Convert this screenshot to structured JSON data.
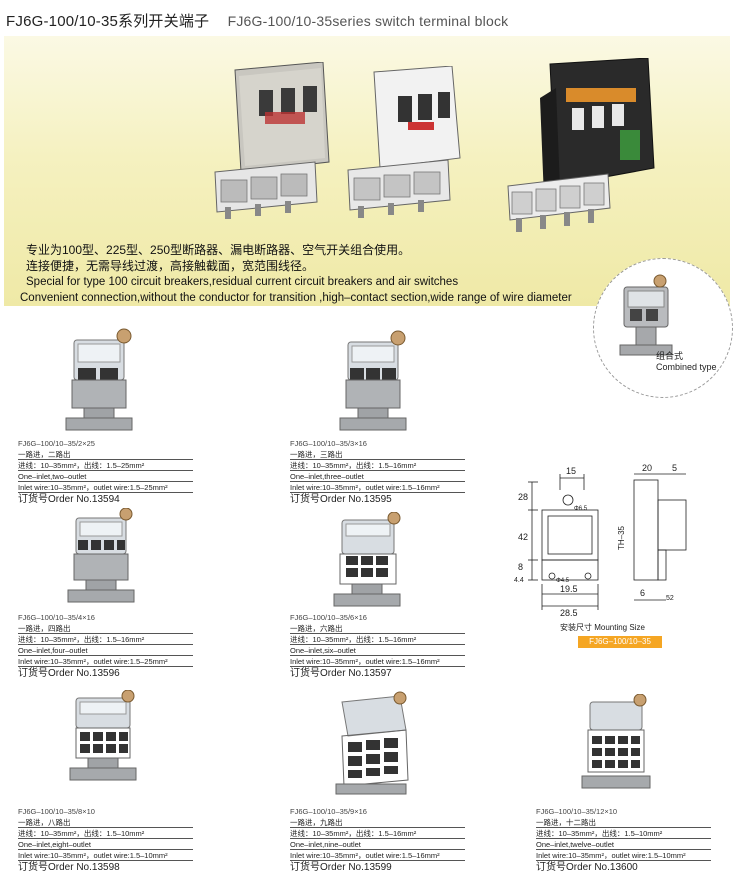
{
  "header": {
    "title_cn": "FJ6G-100/10-35系列开关端子",
    "title_en": "FJ6G-100/10-35series switch terminal block"
  },
  "intro": {
    "line1_cn": "专业为100型、225型、250型断路器、漏电断路器、空气开关组合使用。",
    "line2_cn": "连接便捷，无需导线过渡，高接触截面，宽范围线径。",
    "line3_en": "Special for type 100 circuit breakers,residual current circuit breakers and air switches",
    "line4_en": "Convenient connection,without the conductor for transition ,high–contact section,wide range of wire diameter"
  },
  "combined": {
    "label_cn": "组合式",
    "label_en": "Combined type"
  },
  "products": [
    {
      "model": "FJ6G–100/10–35/2×25",
      "desc_cn": "一路进，二路出",
      "wire_cn": "进线：10–35mm²，出线：1.5–25mm²",
      "desc_en": "One–inlet,two–outlet",
      "wire_en": "Inlet wire:10–35mm²，outlet wire:1.5–25mm²",
      "order": "订货号Order No.13594"
    },
    {
      "model": "FJ6G–100/10–35/3×16",
      "desc_cn": "一路进，三路出",
      "wire_cn": "进线：10–35mm²，出线：1.5–16mm²",
      "desc_en": "One–inlet,three–outlet",
      "wire_en": "Inlet wire:10–35mm²，outlet wire:1.5–16mm²",
      "order": "订货号Order No.13595"
    },
    {
      "model": "FJ6G–100/10–35/4×16",
      "desc_cn": "一路进，四路出",
      "wire_cn": "进线：10–35mm²，出线：1.5–16mm²",
      "desc_en": "One–inlet,four–outlet",
      "wire_en": "Inlet wire:10–35mm²，outlet wire:1.5–25mm²",
      "order": "订货号Order No.13596"
    },
    {
      "model": "FJ6G–100/10–35/6×16",
      "desc_cn": "一路进，六路出",
      "wire_cn": "进线：10–35mm²，出线：1.5–16mm²",
      "desc_en": "One–inlet,six–outlet",
      "wire_en": "Inlet wire:10–35mm²，outlet wire:1.5–16mm²",
      "order": "订货号Order No.13597"
    },
    {
      "model": "FJ6G–100/10–35/8×10",
      "desc_cn": "一路进，八路出",
      "wire_cn": "进线：10–35mm²，出线：1.5–10mm²",
      "desc_en": "One–inlet,eight–outlet",
      "wire_en": "Inlet wire:10–35mm²，outlet wire:1.5–10mm²",
      "order": "订货号Order No.13598"
    },
    {
      "model": "FJ6G–100/10–35/9×16",
      "desc_cn": "一路进，九路出",
      "wire_cn": "进线：10–35mm²，出线：1.5–16mm²",
      "desc_en": "One–inlet,nine–outlet",
      "wire_en": "Inlet wire:10–35mm²，outlet wire:1.5–16mm²",
      "order": "订货号Order No.13599"
    },
    {
      "model": "FJ6G–100/10–35/12×10",
      "desc_cn": "一路进，十二路出",
      "wire_cn": "进线：10–35mm²，出线：1.5–10mm²",
      "desc_en": "One–inlet,twelve–outlet",
      "wire_en": "Inlet wire:10–35mm²，outlet wire:1.5–10mm²",
      "order": "订货号Order No.13600"
    }
  ],
  "drawing": {
    "dims": {
      "d15": "15",
      "d20": "20",
      "d5": "5",
      "d28": "28",
      "d42": "42",
      "d8": "8",
      "d44": "4.4",
      "d195": "19.5",
      "d285": "28.5",
      "d6": "6",
      "d52": "52",
      "hole1": "Φ6.5",
      "hole2": "Φ4.5",
      "rail": "TH–35"
    },
    "caption": "安装尺寸 Mounting Size",
    "badge": "FJ6G–100/10–35"
  },
  "colors": {
    "banner": "#f3efb8",
    "badge": "#f5a623",
    "terminal_body": "#a8aaad",
    "breaker_dark": "#2a2a2a"
  }
}
